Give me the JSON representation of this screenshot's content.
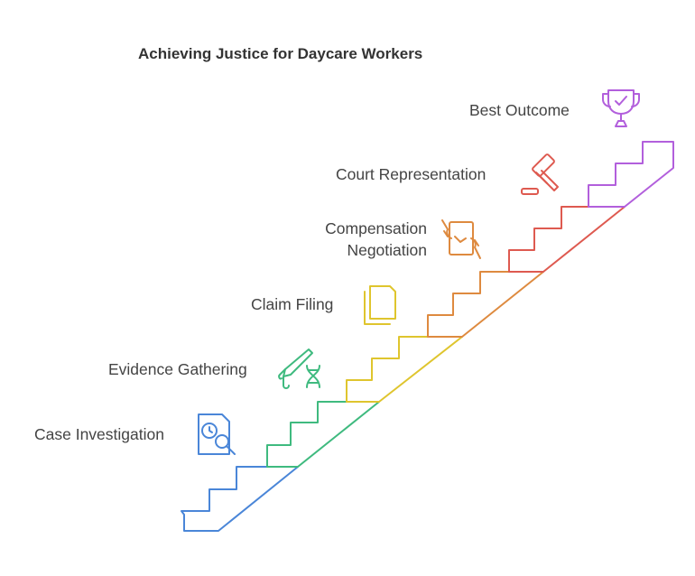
{
  "title": "Achieving Justice for Daycare Workers",
  "steps": [
    {
      "label_lines": [
        "Best Outcome"
      ],
      "icon": "trophy-icon",
      "color": "#b25fdc"
    },
    {
      "label_lines": [
        "Court Representation"
      ],
      "icon": "gavel-icon",
      "color": "#de5a50"
    },
    {
      "label_lines": [
        "Compensation",
        "Negotiation"
      ],
      "icon": "handshake-document-icon",
      "color": "#de8a3f"
    },
    {
      "label_lines": [
        "Claim Filing"
      ],
      "icon": "documents-icon",
      "color": "#dfc52e"
    },
    {
      "label_lines": [
        "Evidence Gathering"
      ],
      "icon": "dna-swab-icon",
      "color": "#3fba7f"
    },
    {
      "label_lines": [
        "Case Investigation"
      ],
      "icon": "case-search-icon",
      "color": "#4a86d8"
    }
  ]
}
